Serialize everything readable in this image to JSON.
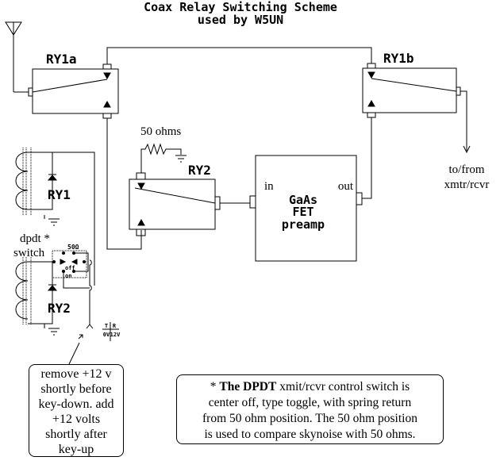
{
  "title": {
    "line1": "Coax Relay Switching Scheme",
    "line2": "used by W5UN"
  },
  "relays": {
    "ry1a": "RY1a",
    "ry1b": "RY1b",
    "ry2": "RY2"
  },
  "coils": {
    "ry1": "RY1",
    "ry2": "RY2"
  },
  "resistor_label": "50 ohms",
  "preamp": {
    "line1": "GaAs",
    "line2": "FET",
    "line3": "preamp",
    "in_label": "in",
    "out_label": "out"
  },
  "xmtr_label": {
    "line1": "to/from",
    "line2": "xmtr/rcvr"
  },
  "switch": {
    "label_line1": "dpdt *",
    "label_line2": "switch",
    "pos_top": "50Ω",
    "pos_mid": "off",
    "pos_bot": "on"
  },
  "tr_indicator": {
    "t": "T",
    "r": "R",
    "t_v": "0V",
    "r_v": "12V"
  },
  "note_left": {
    "l1": "remove +12 v",
    "l2": "shortly before",
    "l3": "key-down. add",
    "l4": "+12 volts",
    "l5": "shortly after",
    "l6": "key-up"
  },
  "note_right": {
    "star": "* ",
    "bold": "The DPDT",
    "l1_rest": " xmit/rcvr control switch is",
    "l2": "center off, type toggle, with spring return",
    "l3": "from 50 ohm position. The 50 ohm position",
    "l4": "is used to compare skynoise with 50 ohms."
  }
}
